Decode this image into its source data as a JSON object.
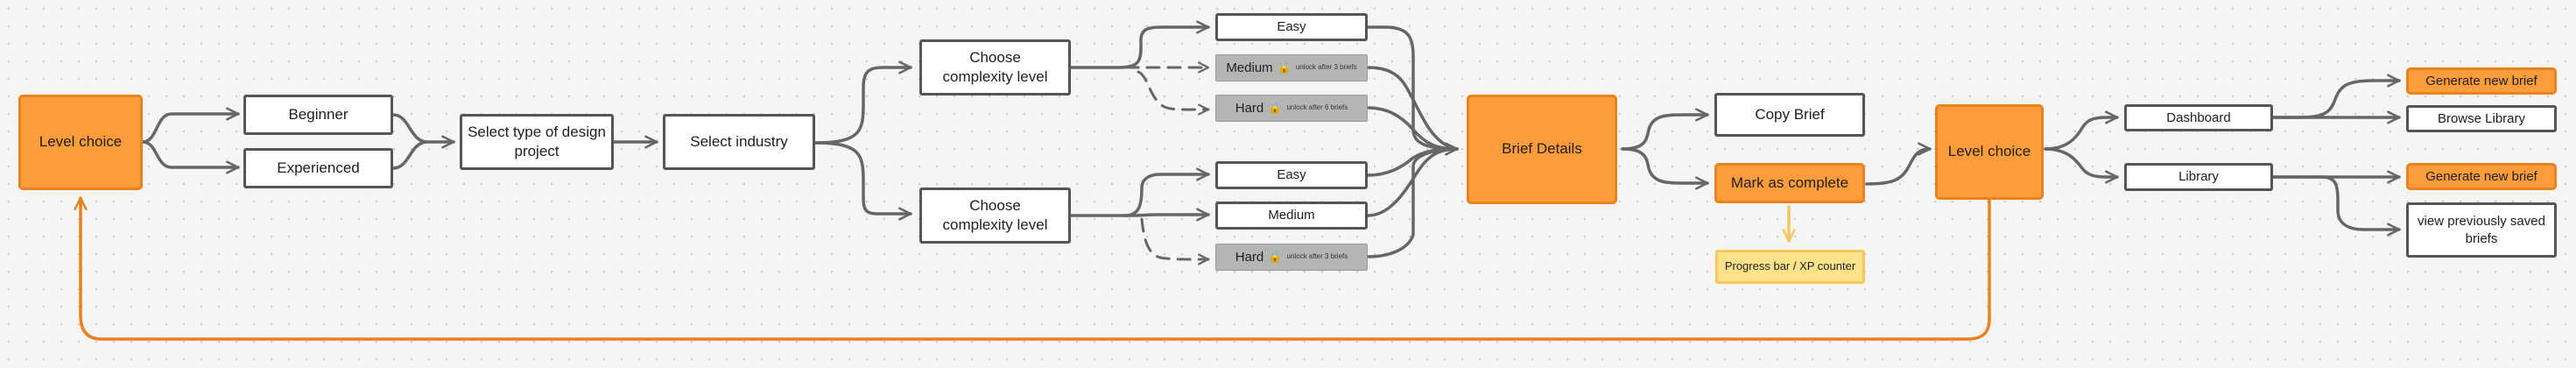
{
  "colors": {
    "arrow": "#666666",
    "accent": "#ff9d3d",
    "accent_line": "#e8821e",
    "highlight": "#f6c85f",
    "locked": "#b5b5b5"
  },
  "nodes": {
    "level_choice_start": "Level choice",
    "beginner": "Beginner",
    "experienced": "Experienced",
    "select_type": "Select type of design project",
    "select_industry": "Select industry",
    "complexity_beginner": "Choose complexity level",
    "complexity_experienced": "Choose complexity level",
    "beg_easy": "Easy",
    "beg_medium": "Medium",
    "beg_medium_note": "unlock after 3 briefs",
    "beg_hard": "Hard",
    "beg_hard_note": "unlock after 6 briefs",
    "exp_easy": "Easy",
    "exp_medium": "Medium",
    "exp_hard": "Hard",
    "exp_hard_note": "unlock after 3 briefs",
    "brief_details": "Brief Details",
    "copy_brief": "Copy Brief",
    "mark_complete": "Mark as complete",
    "progress_bar": "Progress bar / XP counter",
    "level_choice_end": "Level choice",
    "dashboard": "Dashboard",
    "library": "Library",
    "generate_new_brief_1": "Generate new brief",
    "browse_library": "Browse Library",
    "generate_new_brief_2": "Generate new brief",
    "view_saved_briefs": "view previously saved briefs"
  },
  "icons": {
    "lock": "lock-icon"
  }
}
